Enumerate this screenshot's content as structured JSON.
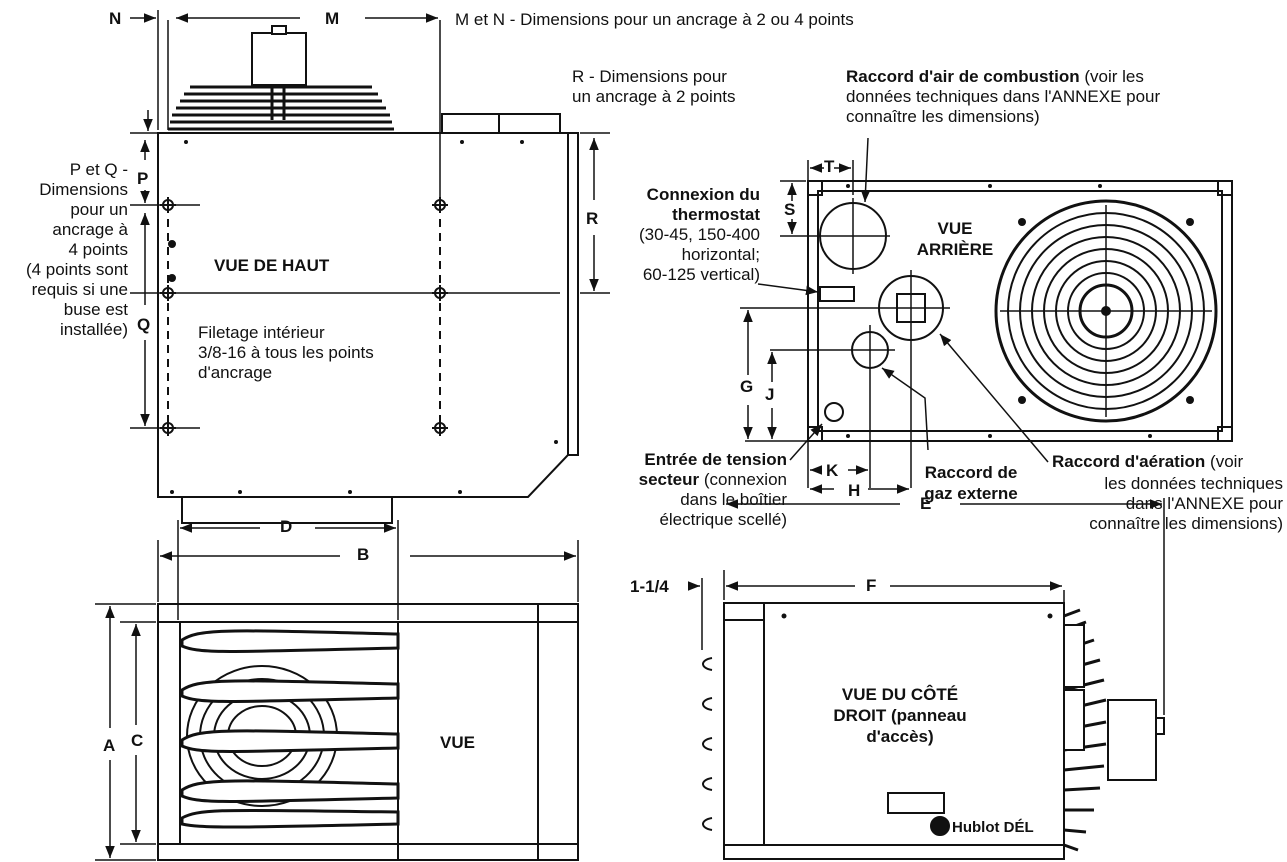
{
  "letters": {
    "N": "N",
    "M": "M",
    "P": "P",
    "Q": "Q",
    "R": "R",
    "T": "T",
    "S": "S",
    "G": "G",
    "J": "J",
    "K": "K",
    "H": "H",
    "B": "B",
    "D": "D",
    "A": "A",
    "C": "C",
    "E": "E",
    "F": "F",
    "one_quarter": "1-1/4"
  },
  "views": {
    "top": "VUE DE HAUT",
    "rear": [
      "VUE",
      "ARRIÈRE"
    ],
    "front": "VUE",
    "right": [
      "VUE DU CÔTÉ",
      "DROIT (panneau",
      "d'accès)"
    ]
  },
  "notes": {
    "mn": "M et N - Dimensions pour un ancrage à 2 ou 4 points",
    "r": [
      "R - Dimensions pour",
      "un ancrage à 2 points"
    ],
    "pq": [
      "P et Q -",
      "Dimensions",
      "pour un",
      "ancrage à",
      "4 points",
      "(4 points sont",
      "requis si une",
      "buse est",
      "installée)"
    ],
    "thread": [
      "Filetage intérieur",
      "3/8-16 à tous les points",
      "d'ancrage"
    ],
    "combustion_bold": "Raccord d'air de combustion",
    "combustion_rest": [
      "(voir les",
      "données techniques dans l'ANNEXE pour",
      "connaître les dimensions)"
    ],
    "thermostat_bold": [
      "Connexion du",
      "thermostat"
    ],
    "thermostat_rest": [
      "(30-45, 150-400",
      "horizontal;",
      "60-125 vertical)"
    ],
    "voltage_bold": [
      "Entrée de tension",
      "secteur"
    ],
    "voltage_rest": [
      "(connexion",
      "dans le boîtier",
      "électrique scellé)"
    ],
    "gas": [
      "Raccord de",
      "gaz externe"
    ],
    "vent_bold": "Raccord d'aération",
    "vent_rest": [
      "(voir",
      "les données techniques",
      "dans l'ANNEXE pour",
      "connaître les dimensions)"
    ],
    "led": "Hublot DÉL"
  },
  "colors": {
    "line": "#111111",
    "background": "#ffffff"
  }
}
